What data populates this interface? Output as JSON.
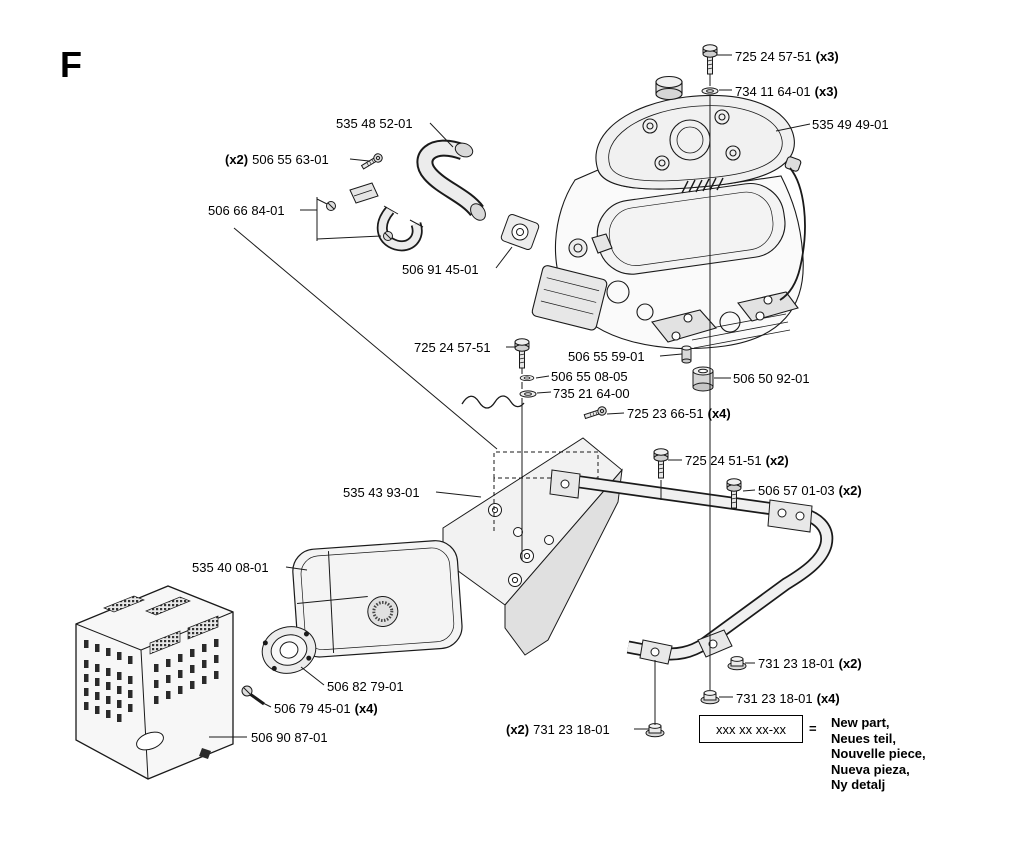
{
  "page": {
    "section_letter": "F"
  },
  "labels": [
    {
      "num": "725 24 57-51",
      "post": "(x3)"
    },
    {
      "num": "734 11 64-01",
      "post": "(x3)"
    },
    {
      "num": "535 49 49-01"
    },
    {
      "num": "535 48 52-01"
    },
    {
      "pre": "(x2)",
      "num": "506 55 63-01"
    },
    {
      "num": "506 66 84-01"
    },
    {
      "num": "506 91 45-01"
    },
    {
      "num": "725 24 57-51"
    },
    {
      "num": "506 55 59-01"
    },
    {
      "num": "506 55 08-05"
    },
    {
      "num": "735 21 64-00"
    },
    {
      "num": "506 50 92-01"
    },
    {
      "num": "725 23 66-51",
      "post": "(x4)"
    },
    {
      "num": "725 24 51-51",
      "post": "(x2)"
    },
    {
      "num": "506 57 01-03",
      "post": "(x2)"
    },
    {
      "num": "535 43 93-01"
    },
    {
      "num": "535 40 08-01"
    },
    {
      "num": "506 82 79-01"
    },
    {
      "num": "506 79 45-01",
      "post": "(x4)"
    },
    {
      "num": "506 90 87-01"
    },
    {
      "pre": "(x2)",
      "num": "731 23 18-01"
    },
    {
      "num": "731 23 18-01",
      "post": "(x2)"
    },
    {
      "num": "731 23 18-01",
      "post": "(x4)"
    }
  ],
  "legend": {
    "placeholder": "xxx xx xx-xx",
    "equals": "=",
    "lines": [
      "New part,",
      "Neues teil,",
      "Nouvelle piece,",
      "Nueva pieza,",
      "Ny detalj"
    ]
  },
  "colors": {
    "line": "#1a1a1a",
    "fill_light": "#f2f2f2",
    "fill_mid": "#e2e2e2",
    "fill_dark": "#cccccc"
  }
}
